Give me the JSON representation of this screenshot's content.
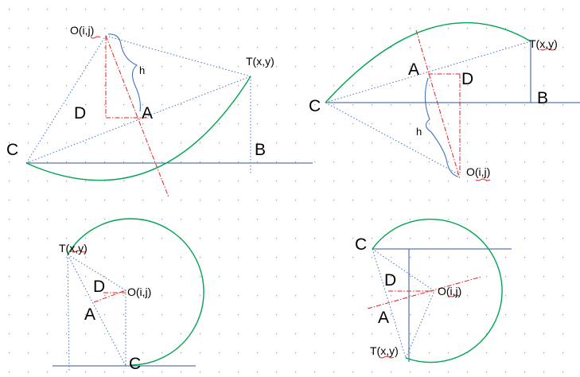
{
  "labels": {
    "o": "O(i,j)",
    "t": "T(x,y)",
    "a": "A",
    "b": "B",
    "c": "C",
    "d": "D",
    "h": "h"
  }
}
